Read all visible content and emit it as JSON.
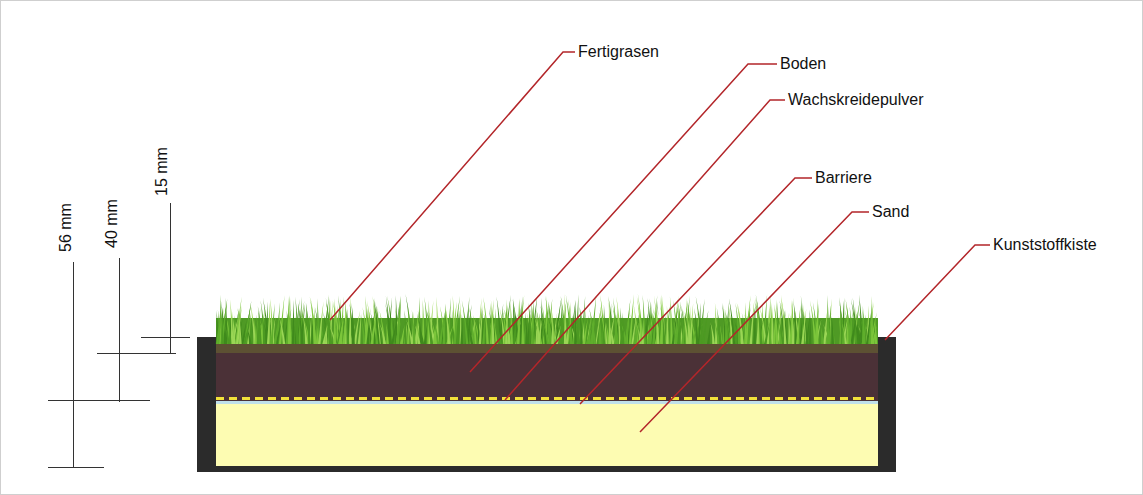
{
  "diagram": {
    "labels": [
      "Fertigrasen",
      "Boden",
      "Wachskreidepulver",
      "Barriere",
      "Sand",
      "Kunststoffkiste",
      "56 mm",
      "40 mm",
      "15 mm"
    ]
  }
}
